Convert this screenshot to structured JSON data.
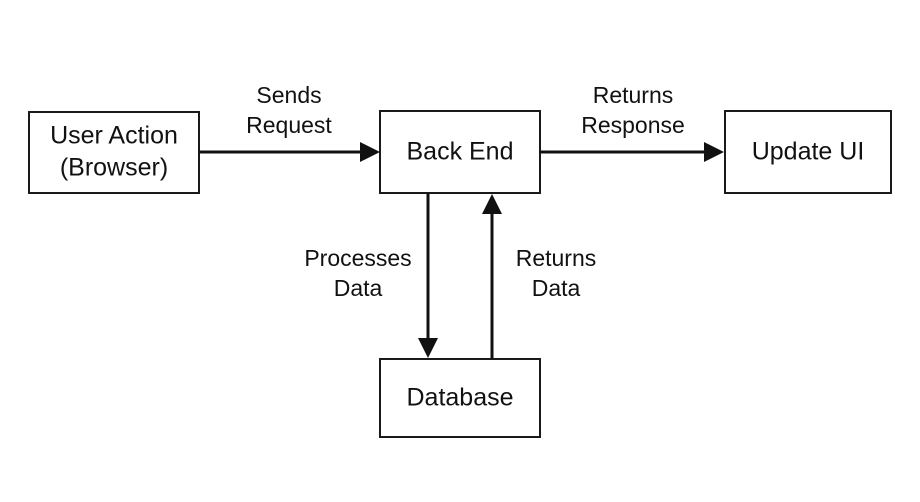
{
  "nodes": {
    "user_action": {
      "line1": "User Action",
      "line2": "(Browser)"
    },
    "back_end": {
      "label": "Back End"
    },
    "update_ui": {
      "label": "Update UI"
    },
    "database": {
      "label": "Database"
    }
  },
  "edges": {
    "sends_request": {
      "line1": "Sends",
      "line2": "Request"
    },
    "returns_response": {
      "line1": "Returns",
      "line2": "Response"
    },
    "processes_data": {
      "line1": "Processes",
      "line2": "Data"
    },
    "returns_data": {
      "line1": "Returns",
      "line2": "Data"
    }
  }
}
